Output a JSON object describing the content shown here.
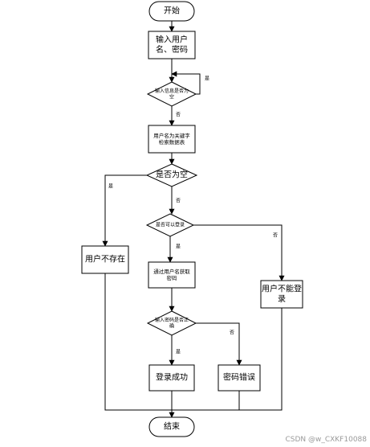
{
  "nodes": [
    {
      "id": "start",
      "lines": [
        "开始"
      ]
    },
    {
      "id": "input",
      "lines": [
        "输入用户",
        "名、密码"
      ]
    },
    {
      "id": "check_empty_input",
      "lines": [
        "输入信息是否为",
        "空"
      ]
    },
    {
      "id": "search",
      "lines": [
        "用户名为关键字",
        "检索数据表"
      ]
    },
    {
      "id": "is_empty",
      "lines": [
        "是否为空"
      ]
    },
    {
      "id": "can_login",
      "lines": [
        "是否可以登录"
      ]
    },
    {
      "id": "get_pwd",
      "lines": [
        "通过用户名获取",
        "密码"
      ]
    },
    {
      "id": "pwd_correct",
      "lines": [
        "输入密码是否正",
        "确"
      ]
    },
    {
      "id": "success",
      "lines": [
        "登录成功"
      ]
    },
    {
      "id": "pwd_error",
      "lines": [
        "密码错误"
      ]
    },
    {
      "id": "no_user",
      "lines": [
        "用户不存在"
      ]
    },
    {
      "id": "cannot_login",
      "lines": [
        "用户不能登",
        "录"
      ]
    },
    {
      "id": "end",
      "lines": [
        "结束"
      ]
    }
  ],
  "edge_labels": {
    "yes": "是",
    "no": "否"
  },
  "watermark": "CSDN @w_CXKF10088"
}
